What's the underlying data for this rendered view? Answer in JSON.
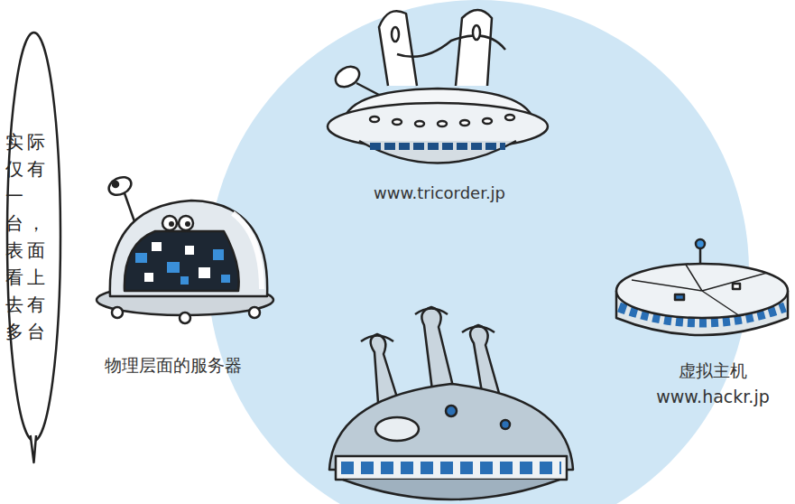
{
  "diagram": {
    "nodes": [
      {
        "text": [
          "实际仅有一台，表面看上去有多台"
        ]
      }
    ],
    "labels": [
      "www.tricorder.jp",
      "物理层面的服务器",
      "虚拟主机 www.hackr.jp"
    ]
  }
}
